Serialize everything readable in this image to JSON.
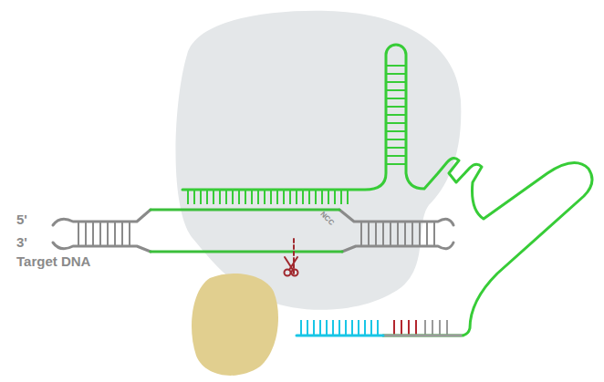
{
  "diagram": {
    "labels": [
      "5'",
      "3'",
      "Target DNA",
      "NCC"
    ]
  }
}
